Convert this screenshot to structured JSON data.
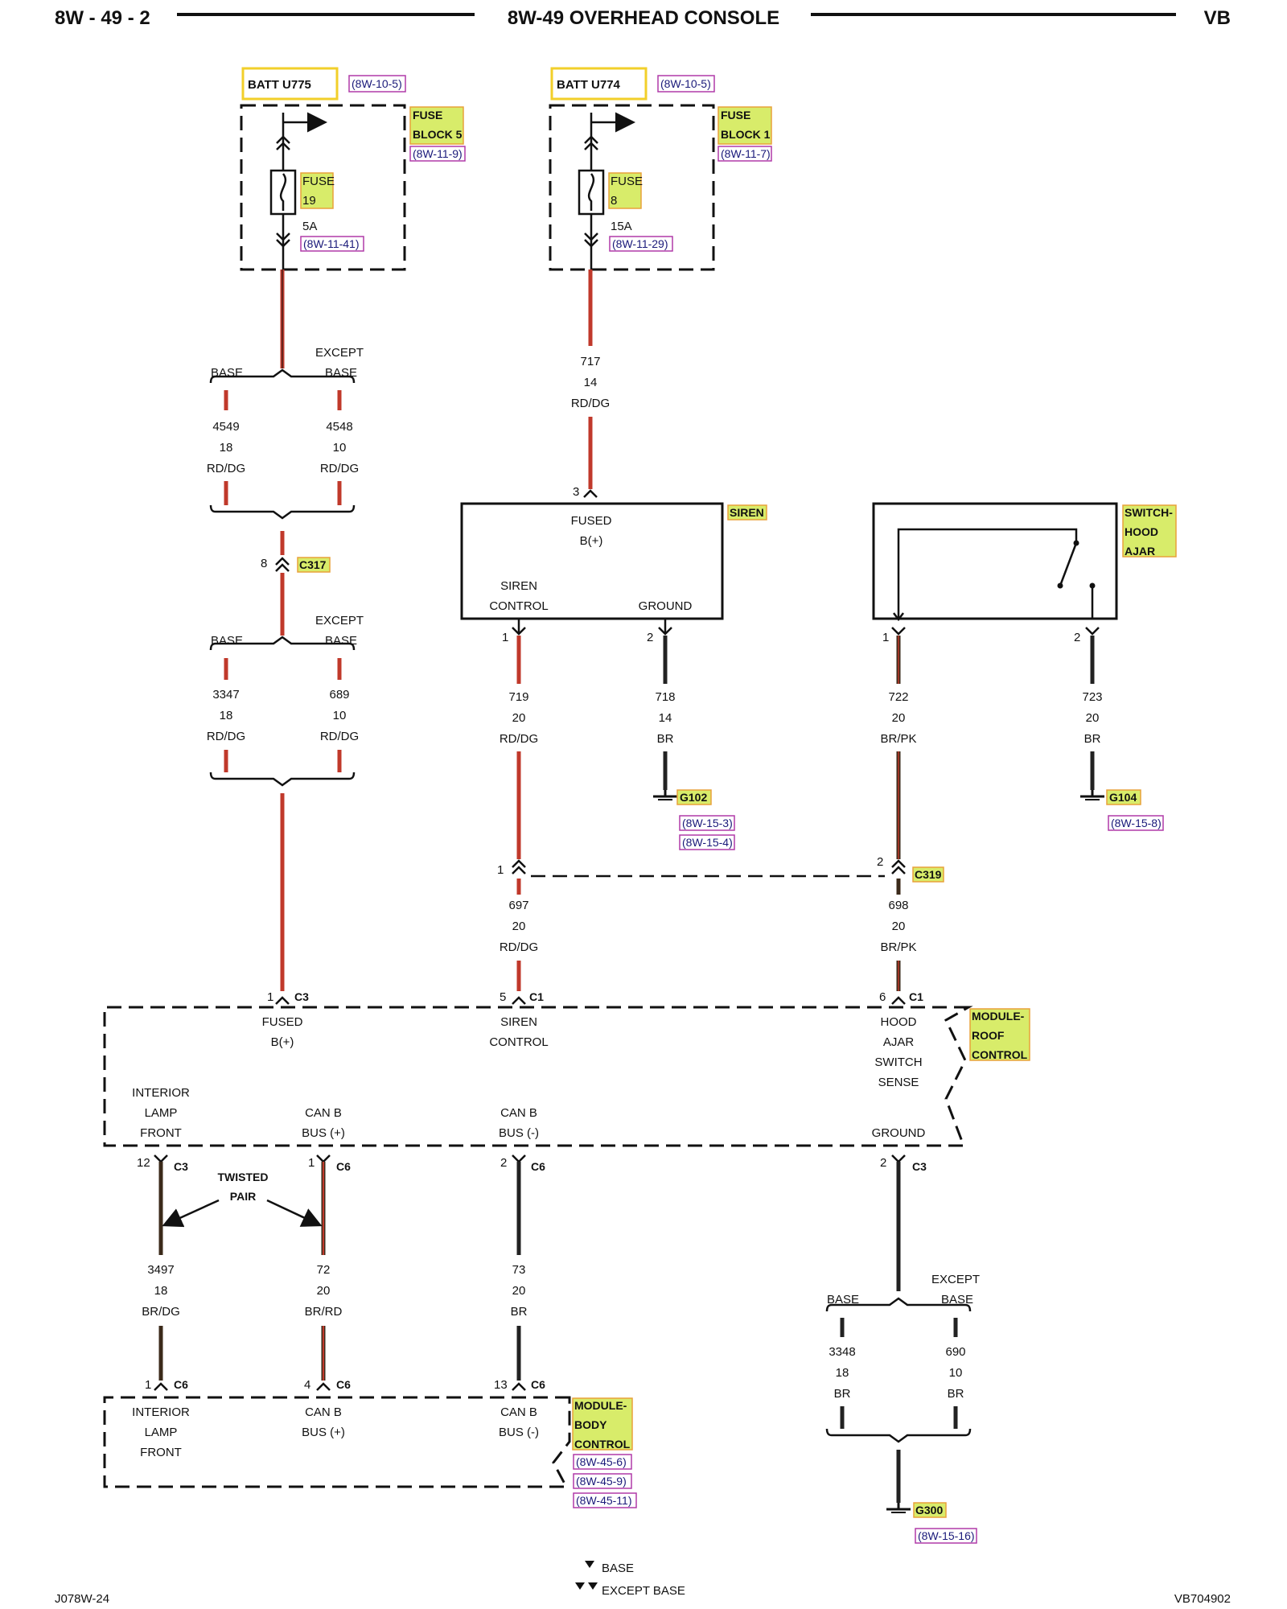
{
  "header": {
    "page": "8W - 49 - 2",
    "title": "8W-49 OVERHEAD CONSOLE",
    "model": "VB"
  },
  "footer": {
    "left_code": "J078W-24",
    "right_code": "VB704902",
    "legend_base": "BASE",
    "legend_except_base": "EXCEPT BASE"
  },
  "fuse_block5": {
    "batt": "BATT U775",
    "batt_ref": "(8W-10-5)",
    "block_l1": "FUSE",
    "block_l2": "BLOCK 5",
    "block_ref": "(8W-11-9)",
    "fuse_l1": "FUSE",
    "fuse_l2": "19",
    "amps": "5A",
    "fuse_ref": "(8W-11-41)"
  },
  "fuse_block1": {
    "batt": "BATT U774",
    "batt_ref": "(8W-10-5)",
    "block_l1": "FUSE",
    "block_l2": "BLOCK 1",
    "block_ref": "(8W-11-7)",
    "fuse_l1": "FUSE",
    "fuse_l2": "8",
    "amps": "15A",
    "fuse_ref": "(8W-11-29)"
  },
  "left_branch1": {
    "base": "BASE",
    "except_l1": "EXCEPT",
    "except_l2": "BASE",
    "w1_circuit": "4549",
    "w1_gauge": "18",
    "w1_color": "RD/DG",
    "w2_circuit": "4548",
    "w2_gauge": "10",
    "w2_color": "RD/DG"
  },
  "c317": {
    "pin": "8",
    "name": "C317"
  },
  "left_branch2": {
    "base": "BASE",
    "except_l1": "EXCEPT",
    "except_l2": "BASE",
    "w1_circuit": "3347",
    "w1_gauge": "18",
    "w1_color": "RD/DG",
    "w2_circuit": "689",
    "w2_gauge": "10",
    "w2_color": "RD/DG"
  },
  "wire717": {
    "circuit": "717",
    "gauge": "14",
    "color": "RD/DG"
  },
  "siren": {
    "name": "SIREN",
    "pin_top": "3",
    "fused_l1": "FUSED",
    "fused_l2": "B(+)",
    "ctrl_l1": "SIREN",
    "ctrl_l2": "CONTROL",
    "ground": "GROUND",
    "pin1": "1",
    "pin2": "2"
  },
  "wire719": {
    "circuit": "719",
    "gauge": "20",
    "color": "RD/DG"
  },
  "wire718": {
    "circuit": "718",
    "gauge": "14",
    "color": "BR"
  },
  "g102": {
    "name": "G102",
    "ref1": "(8W-15-3)",
    "ref2": "(8W-15-4)"
  },
  "switch": {
    "l1": "SWITCH-",
    "l2": "HOOD",
    "l3": "AJAR",
    "pin1": "1",
    "pin2": "2"
  },
  "wire722": {
    "circuit": "722",
    "gauge": "20",
    "color": "BR/PK"
  },
  "wire723": {
    "circuit": "723",
    "gauge": "20",
    "color": "BR"
  },
  "g104": {
    "name": "G104",
    "ref": "(8W-15-8)"
  },
  "c319": {
    "name": "C319",
    "pin1": "1",
    "pin2": "2"
  },
  "wire697": {
    "circuit": "697",
    "gauge": "20",
    "color": "RD/DG"
  },
  "wire698": {
    "circuit": "698",
    "gauge": "20",
    "color": "BR/PK"
  },
  "roof_module": {
    "l1": "MODULE-",
    "l2": "ROOF",
    "l3": "CONTROL",
    "c3_pin": "1",
    "c3": "C3",
    "c1_pin_a": "5",
    "c1_a": "C1",
    "c1_pin_b": "6",
    "c1_b": "C1",
    "fused_l1": "FUSED",
    "fused_l2": "B(+)",
    "siren_l1": "SIREN",
    "siren_l2": "CONTROL",
    "hood_l1": "HOOD",
    "hood_l2": "AJAR",
    "hood_l3": "SWITCH",
    "hood_l4": "SENSE",
    "int_l1": "INTERIOR",
    "int_l2": "LAMP",
    "int_l3": "FRONT",
    "canp_l1": "CAN B",
    "canp_l2": "BUS (+)",
    "canm_l1": "CAN B",
    "canm_l2": "BUS (-)",
    "ground": "GROUND"
  },
  "roof_bottom": {
    "p12": "12",
    "c3a": "C3",
    "p1": "1",
    "c6a": "C6",
    "p2": "2",
    "c6b": "C6",
    "p2g": "2",
    "c3b": "C3",
    "twisted_l1": "TWISTED",
    "twisted_l2": "PAIR"
  },
  "wire3497": {
    "circuit": "3497",
    "gauge": "18",
    "color": "BR/DG"
  },
  "wire72": {
    "circuit": "72",
    "gauge": "20",
    "color": "BR/RD"
  },
  "wire73": {
    "circuit": "73",
    "gauge": "20",
    "color": "BR"
  },
  "ground_branch": {
    "base": "BASE",
    "except_l1": "EXCEPT",
    "except_l2": "BASE",
    "w1_circuit": "3348",
    "w1_gauge": "18",
    "w1_color": "BR",
    "w2_circuit": "690",
    "w2_gauge": "10",
    "w2_color": "BR"
  },
  "g300": {
    "name": "G300",
    "ref": "(8W-15-16)"
  },
  "body_module": {
    "l1": "MODULE-",
    "l2": "BODY",
    "l3": "CONTROL",
    "ref1": "(8W-45-6)",
    "ref2": "(8W-45-9)",
    "ref3": "(8W-45-11)",
    "p1": "1",
    "c6a": "C6",
    "p4": "4",
    "c6b": "C6",
    "p13": "13",
    "c6c": "C6",
    "int_l1": "INTERIOR",
    "int_l2": "LAMP",
    "int_l3": "FRONT",
    "canp_l1": "CAN B",
    "canp_l2": "BUS (+)",
    "canm_l1": "CAN B",
    "canm_l2": "BUS (-)"
  }
}
